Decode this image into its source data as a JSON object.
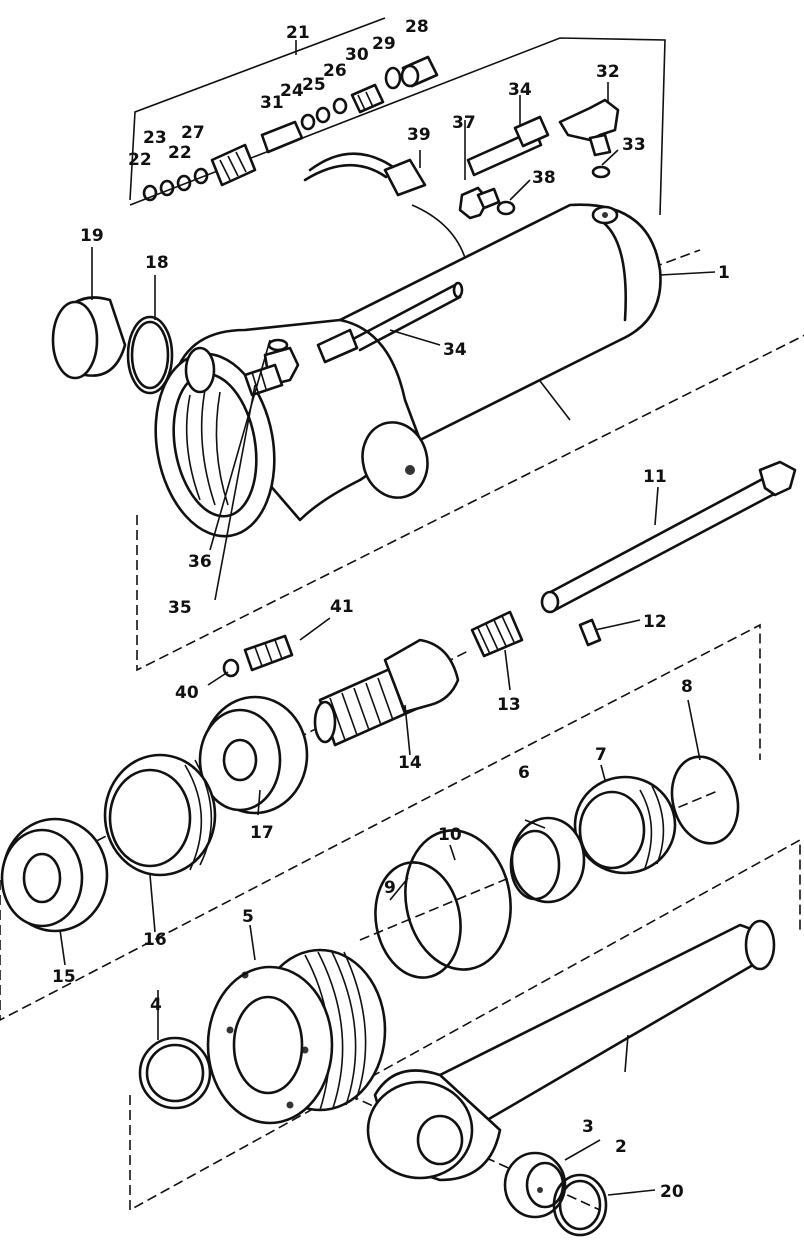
{
  "labels": {
    "n1": "1",
    "n2": "2",
    "n3": "3",
    "n4": "4",
    "n5": "5",
    "n6": "6",
    "n7": "7",
    "n8": "8",
    "n9": "9",
    "n10": "10",
    "n11": "11",
    "n12": "12",
    "n13": "13",
    "n14": "14",
    "n15": "15",
    "n16": "16",
    "n17": "17",
    "n18": "18",
    "n19": "19",
    "n20": "20",
    "n21": "21",
    "n22a": "22",
    "n22b": "22",
    "n23": "23",
    "n24": "24",
    "n25": "25",
    "n26": "26",
    "n27": "27",
    "n28": "28",
    "n29": "29",
    "n30": "30",
    "n31": "31",
    "n32": "32",
    "n33": "33",
    "n34a": "34",
    "n34b": "34",
    "n35": "35",
    "n36": "36",
    "n37": "37",
    "n38": "38",
    "n39": "39",
    "n40": "40",
    "n41": "41"
  }
}
